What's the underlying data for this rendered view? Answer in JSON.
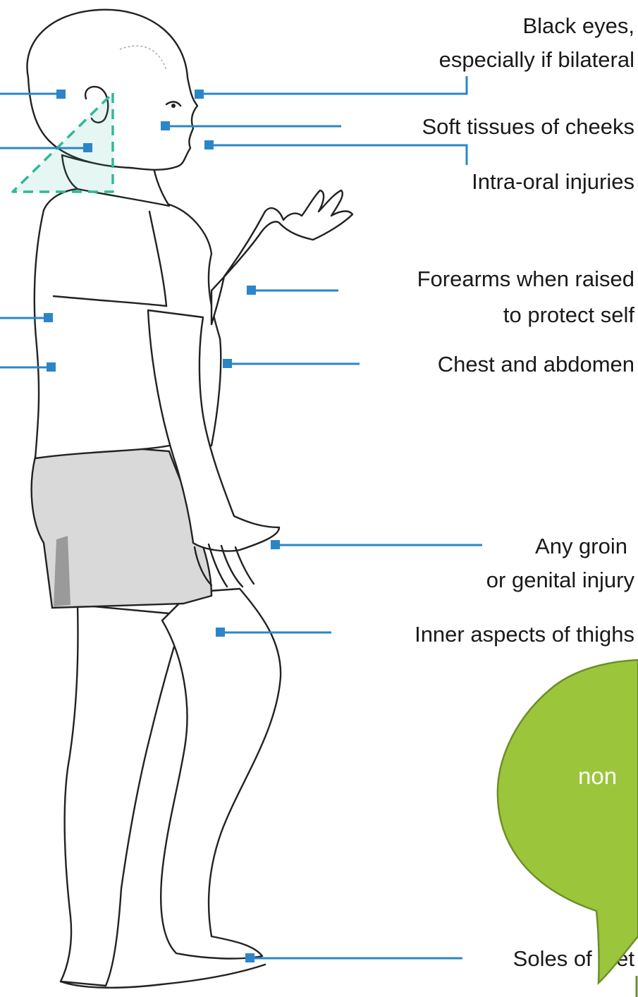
{
  "labels": {
    "black_eyes_1": "Black eyes,",
    "black_eyes_2": "especially if bilateral",
    "soft_tissues": "Soft tissues of cheeks",
    "intra_oral": "Intra-oral injuries",
    "forearms_1": "Forearms when raised",
    "forearms_2": "to protect self",
    "chest": "Chest and abdomen",
    "groin_1": "Any groin",
    "groin_2": "or genital injury",
    "thighs": "Inner aspects of thighs",
    "soles": "Soles of feet"
  },
  "bubble": {
    "text": "non",
    "fill_color": "#9bc63b",
    "stroke_color": "#6d8f28"
  },
  "colors": {
    "leader": "#2b86c8",
    "shorts": "#d9d9d9",
    "neck_zone": "#2fb89a"
  }
}
